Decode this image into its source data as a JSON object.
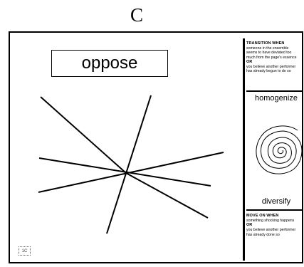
{
  "heading": "C",
  "score": {
    "title": "oppose",
    "page_tag": "1C",
    "line_count": 5
  },
  "transition_panel": {
    "heading": "TRANSITION WHEN",
    "line1": "someone in the ensemble",
    "line2": "seems to have deviated too",
    "line3": "much from the page's essence",
    "or": "OR",
    "line4": "you believe another performer",
    "line5": "has already begun to do so"
  },
  "spiral_panel": {
    "top_word": "homogenize",
    "bottom_word": "diversify",
    "icon": "spiral-icon"
  },
  "move_on_panel": {
    "heading": "MOVE ON WHEN",
    "line1": "something shocking happens",
    "or": "OR",
    "line2": "you believe another performer",
    "line3": "has already done so"
  },
  "colors": {
    "ink": "#000000",
    "background": "#ffffff"
  }
}
